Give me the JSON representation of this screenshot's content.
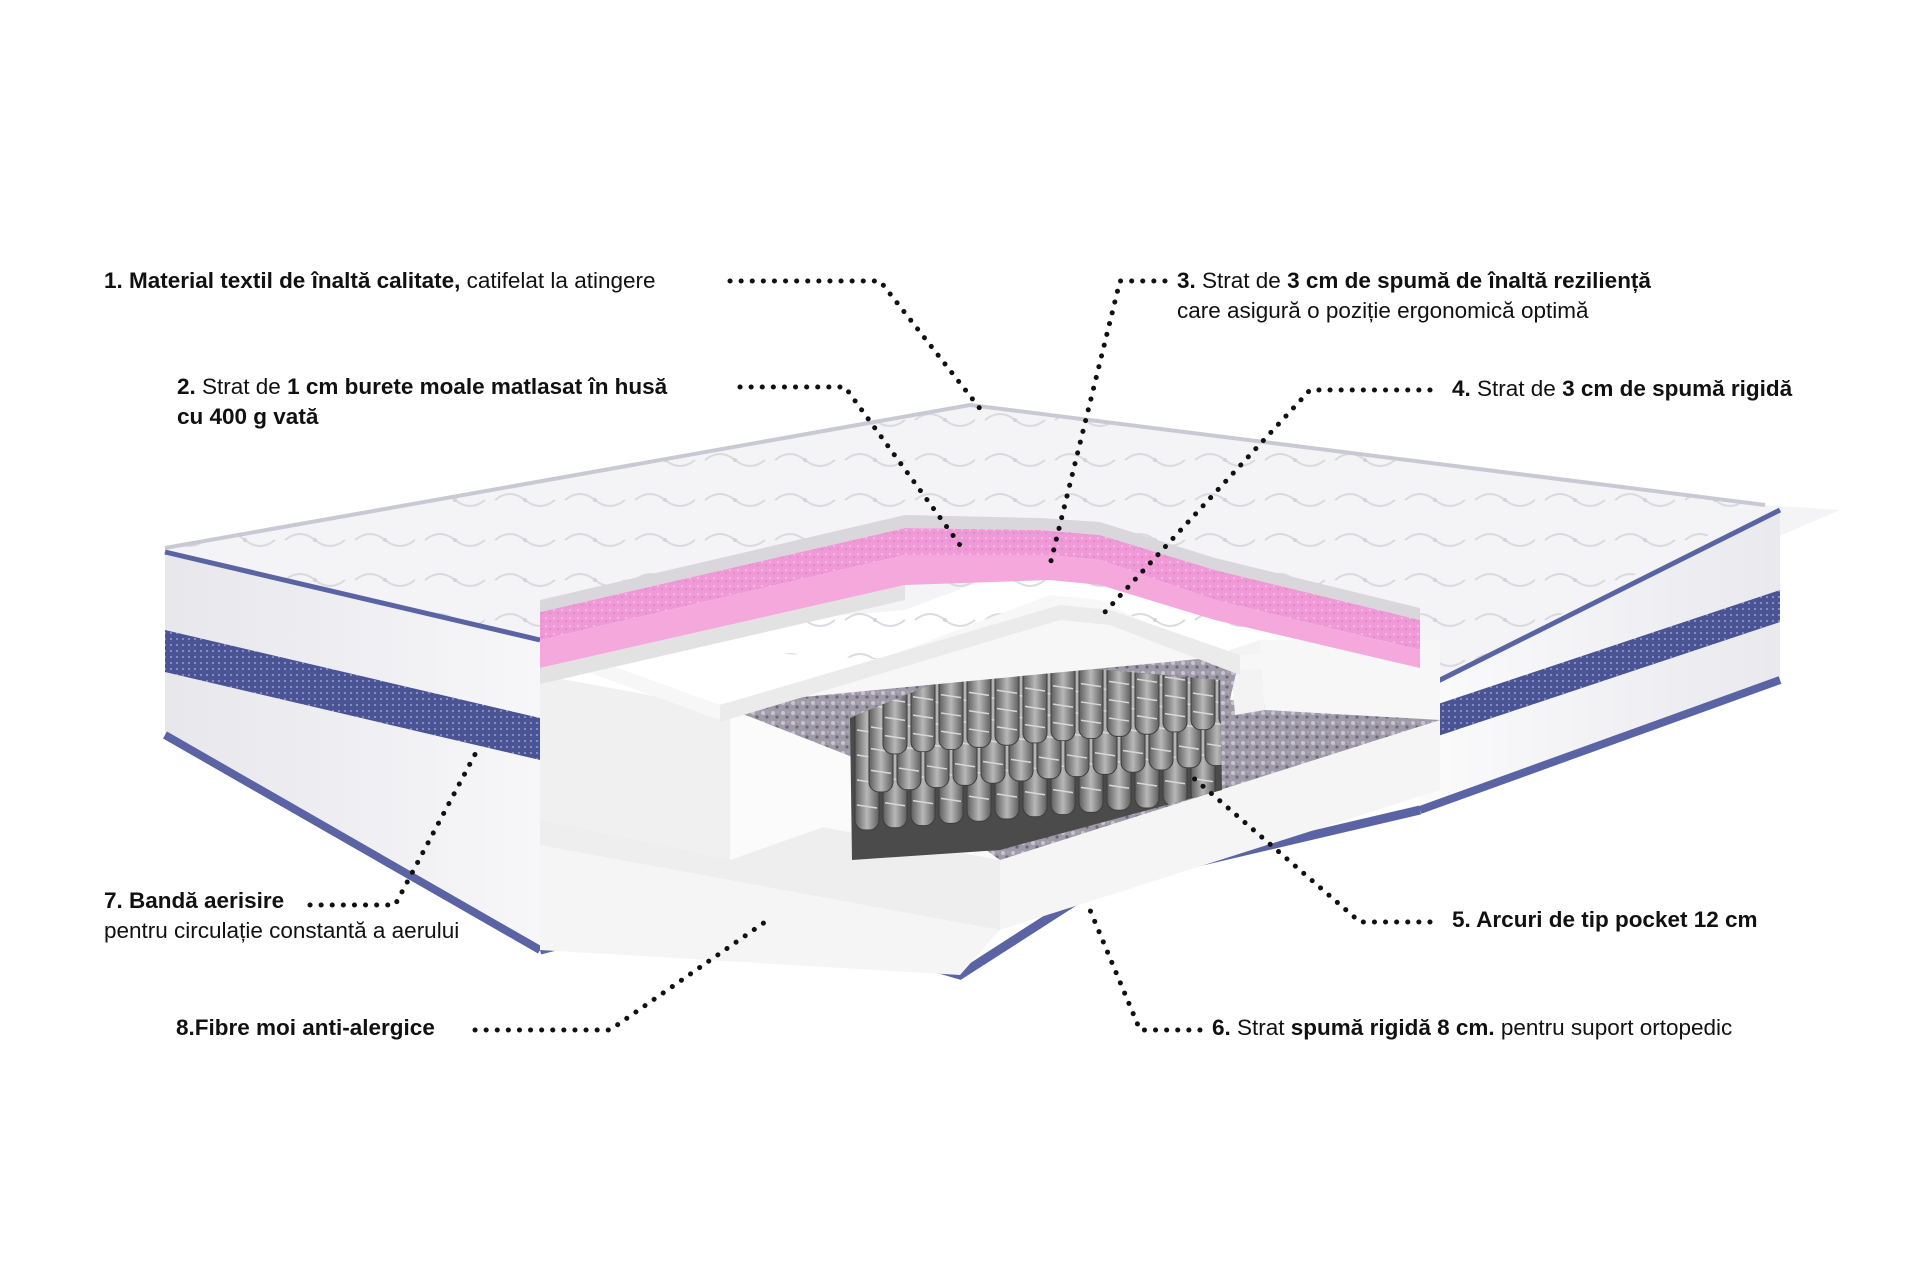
{
  "colors": {
    "fabric": "#f4f4f6",
    "piping": "#4a5494",
    "pink_foam": "#ef9ad6",
    "white_foam": "#f2f2f2",
    "fibre": "#8c8a96",
    "spring": "#8a8a8a",
    "dots": "#111111"
  },
  "labels": [
    {
      "id": "label-1",
      "lines": [
        [
          {
            "text": "1. Material textil de înaltă calitate,",
            "bold": true
          },
          {
            "text": " catifelat la atingere",
            "bold": false
          }
        ]
      ]
    },
    {
      "id": "label-2",
      "lines": [
        [
          {
            "text": "2.",
            "bold": true
          },
          {
            "text": " Strat de ",
            "bold": false
          },
          {
            "text": "1 cm burete moale matlasat în husă",
            "bold": true
          }
        ],
        [
          {
            "text": "cu 400 g vată",
            "bold": true
          }
        ]
      ]
    },
    {
      "id": "label-3",
      "lines": [
        [
          {
            "text": "3.",
            "bold": true
          },
          {
            "text": " Strat de ",
            "bold": false
          },
          {
            "text": "3 cm de spumă de înaltă reziliență",
            "bold": true
          }
        ],
        [
          {
            "text": "care asigură o poziție ergonomică optimă",
            "bold": false
          }
        ]
      ]
    },
    {
      "id": "label-4",
      "lines": [
        [
          {
            "text": "4.",
            "bold": true
          },
          {
            "text": " Strat de ",
            "bold": false
          },
          {
            "text": "3 cm de spumă rigidă",
            "bold": true
          }
        ]
      ]
    },
    {
      "id": "label-5",
      "lines": [
        [
          {
            "text": "5. Arcuri de tip pocket 12 cm",
            "bold": true
          }
        ]
      ]
    },
    {
      "id": "label-6",
      "lines": [
        [
          {
            "text": "6.",
            "bold": true
          },
          {
            "text": " Strat ",
            "bold": false
          },
          {
            "text": "spumă rigidă 8 cm.",
            "bold": true
          },
          {
            "text": " pentru suport ortopedic",
            "bold": false
          }
        ]
      ]
    },
    {
      "id": "label-7",
      "lines": [
        [
          {
            "text": "7. Bandă aerisire",
            "bold": true
          }
        ],
        [
          {
            "text": " pentru circulație constantă a aerului",
            "bold": false
          }
        ]
      ]
    },
    {
      "id": "label-8",
      "lines": [
        [
          {
            "text": "8.Fibre moi anti-alergice",
            "bold": true
          }
        ]
      ]
    }
  ]
}
